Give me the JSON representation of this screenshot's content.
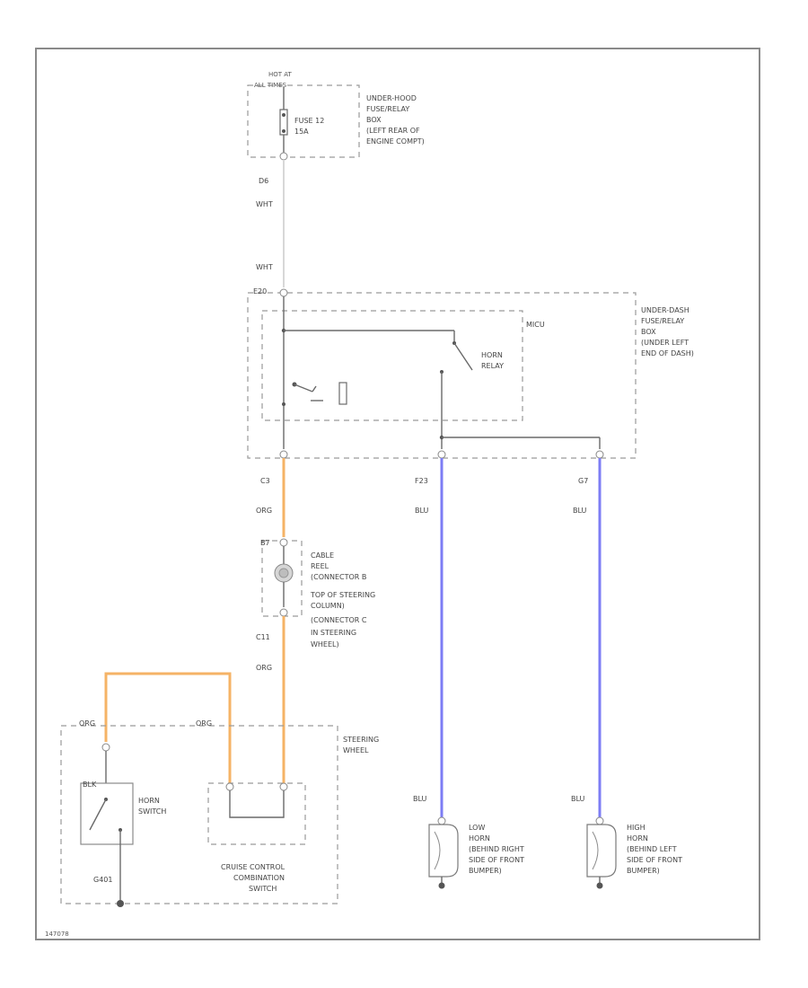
{
  "diagram": {
    "figure_id": "147078",
    "top_source": [
      "HOT AT",
      "ALL TIMES"
    ],
    "fuse": [
      "FUSE 12",
      "15A"
    ],
    "underhood_box": [
      "UNDER-HOOD",
      "FUSE/RELAY",
      "BOX",
      "(LEFT REAR OF",
      "ENGINE COMPT)"
    ],
    "connectors": {
      "d6": "D6",
      "e20": "E20",
      "c3": "C3",
      "f23": "F23",
      "g7": "G7",
      "b7": "B7",
      "c11": "C11"
    },
    "wire_colors": {
      "wht_upper": "WHT",
      "wht_lower": "WHT",
      "org_upper": "ORG",
      "org_lower": "ORG",
      "org_left": "ORG",
      "org_mid": "ORG",
      "blu_left_top": "BLU",
      "blu_right_top": "BLU",
      "blu_left_bottom": "BLU",
      "blu_right_bottom": "BLU",
      "blk_switch": "BLK",
      "g401": "G401"
    },
    "mcu_label": "MICU",
    "horn_relay": [
      "HORN",
      "RELAY"
    ],
    "underdash_box": [
      "UNDER-DASH",
      "FUSE/RELAY",
      "BOX",
      "(UNDER LEFT",
      "END OF DASH)"
    ],
    "cable_reel": [
      "CABLE",
      "REEL",
      "(CONNECTOR B",
      "TOP OF STEERING",
      "COLUMN)",
      "(CONNECTOR C",
      "IN STEERING",
      "WHEEL)"
    ],
    "steering_wheel": [
      "STEERING",
      "WHEEL"
    ],
    "horn_switch": [
      "HORN",
      "SWITCH"
    ],
    "cruise_switch": [
      "CRUISE CONTROL",
      "COMBINATION",
      "SWITCH"
    ],
    "low_horn": [
      "LOW",
      "HORN",
      "(BEHIND RIGHT",
      "SIDE OF FRONT",
      "BUMPER)"
    ],
    "high_horn": [
      "HIGH",
      "HORN",
      "(BEHIND LEFT",
      "SIDE OF FRONT",
      "BUMPER)"
    ],
    "colors": {
      "wire_org": "#f5b366",
      "wire_blu": "#7d7df5",
      "wire_wht": "#d8d8d8",
      "box_dash": "#9a9a9a"
    }
  }
}
